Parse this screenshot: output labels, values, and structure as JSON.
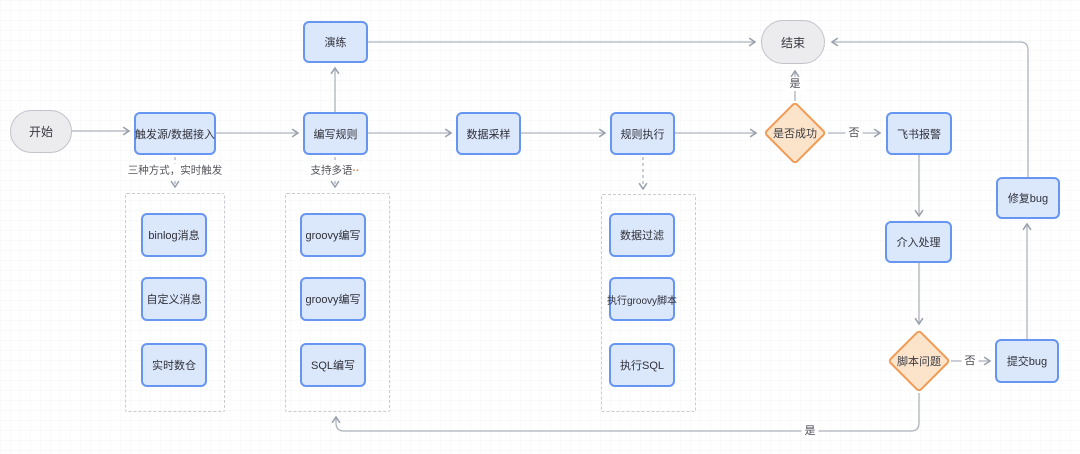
{
  "flowchart": {
    "nodes": {
      "start": "开始",
      "trigger": "触发源/数据接入",
      "drill": "演练",
      "write_rules": "编写规则",
      "sampling": "数据采样",
      "rule_exec": "规则执行",
      "success_check": "是否成功",
      "feishu_alert": "飞书报警",
      "end": "结束",
      "fix_bug": "修复bug",
      "intervene": "介入处理",
      "script_issue": "脚本问题",
      "submit_bug": "提交bug",
      "trigger_opt_1": "binlog消息",
      "trigger_opt_2": "自定义消息",
      "trigger_opt_3": "实时数仓",
      "rule_opt_1": "groovy编写",
      "rule_opt_2": "groovy编写",
      "rule_opt_3": "SQL编写",
      "exec_step_1": "数据过滤",
      "exec_step_2": "执行groovy脚本",
      "exec_step_3": "执行SQL"
    },
    "annotations": {
      "trigger_note": "三种方式，实时触发",
      "rules_note": "支持多语",
      "rules_note_suffix": "··"
    },
    "edge_labels": {
      "success_yes": "是",
      "success_no": "否",
      "script_no": "否",
      "script_yes": "是"
    },
    "colors": {
      "process_fill": "#dbe7fb",
      "process_border": "#6695f2",
      "decision_fill": "#fce4cb",
      "decision_border": "#f09b56",
      "terminal_fill": "#ececef",
      "terminal_border": "#c3c3cb",
      "connector": "#aeb2bc"
    }
  }
}
